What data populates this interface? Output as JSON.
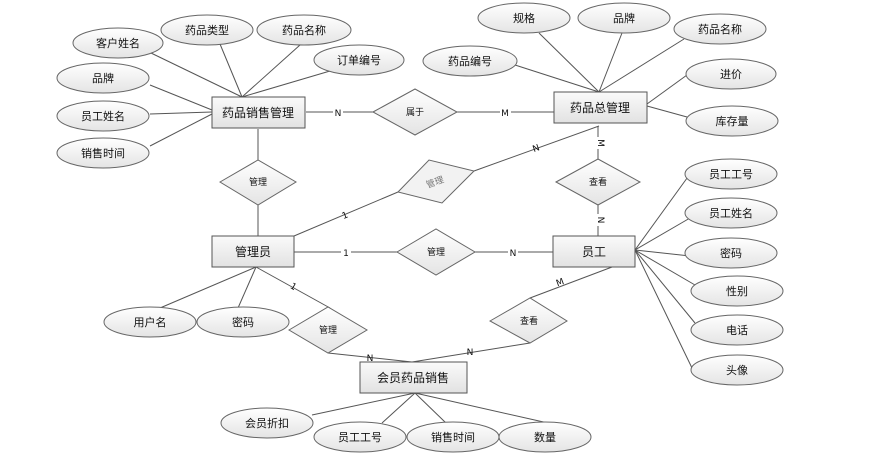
{
  "entities": [
    {
      "id": "sales_mgmt",
      "label": "药品销售管理"
    },
    {
      "id": "drug_mgmt",
      "label": "药品总管理"
    },
    {
      "id": "admin",
      "label": "管理员"
    },
    {
      "id": "employee",
      "label": "员工"
    },
    {
      "id": "member_sales",
      "label": "会员药品销售"
    }
  ],
  "relationships": [
    {
      "id": "belongs",
      "label": "属于"
    },
    {
      "id": "admin_sales",
      "label": "管理"
    },
    {
      "id": "admin_drug",
      "label": "管理"
    },
    {
      "id": "admin_emp",
      "label": "管理"
    },
    {
      "id": "emp_drug",
      "label": "查看"
    },
    {
      "id": "admin_member",
      "label": "管理"
    },
    {
      "id": "emp_member",
      "label": "查看"
    }
  ],
  "attributes": {
    "sales_mgmt": [
      "客户姓名",
      "药品类型",
      "药品名称",
      "订单编号",
      "品牌",
      "员工姓名",
      "销售时间"
    ],
    "drug_mgmt": [
      "规格",
      "品牌",
      "药品名称",
      "药品编号",
      "进价",
      "库存量"
    ],
    "admin": [
      "用户名",
      "密码"
    ],
    "employee": [
      "员工工号",
      "员工姓名",
      "密码",
      "性别",
      "电话",
      "头像"
    ],
    "member_sales": [
      "会员折扣",
      "员工工号",
      "销售时间",
      "数量"
    ]
  },
  "cardinalities": {
    "sales_belongs": "N",
    "belongs_drug": "M",
    "admin_drug_admin": "1",
    "admin_drug_drug": "N",
    "admin_emp_admin": "1",
    "admin_emp_emp": "N",
    "drug_view": "M",
    "emp_view": "N",
    "admin_member_admin": "1",
    "admin_member_member": "N",
    "emp_member_emp": "M",
    "emp_member_member": "N"
  }
}
